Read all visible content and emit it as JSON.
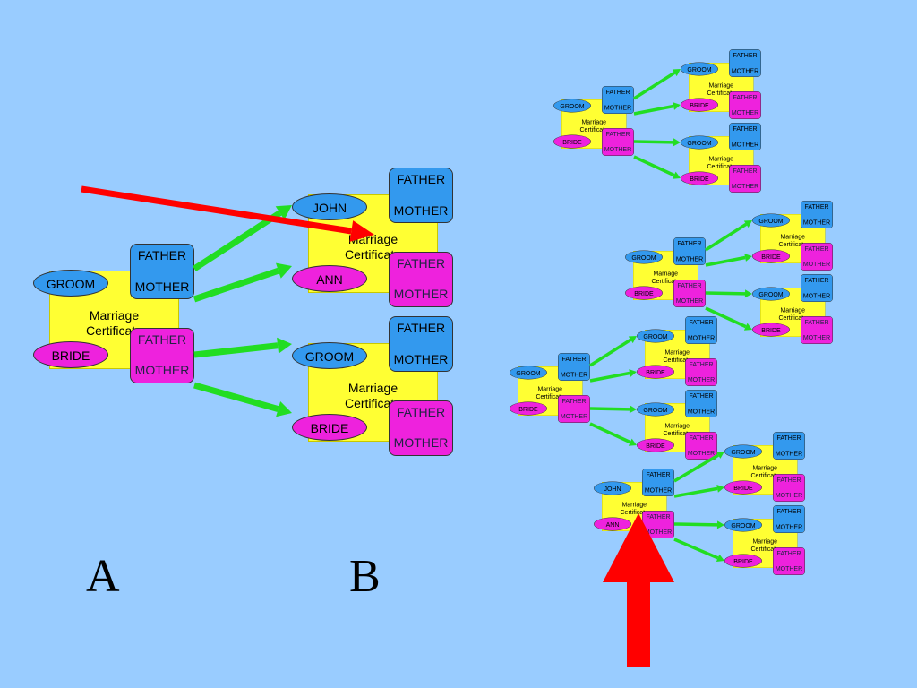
{
  "diagram": {
    "labels": {
      "certificate": "Marriage\nCertificate",
      "father": "FATHER",
      "mother": "MOTHER",
      "groom": "GROOM",
      "bride": "BRIDE",
      "john": "JOHN",
      "ann": "ANN"
    },
    "letters": {
      "a": "A",
      "b": "B"
    },
    "colors": {
      "background": "#99ccff",
      "certificate": "#ffff33",
      "groom_side": "#3399ee",
      "bride_side": "#ee22dd",
      "link_arrow": "#22dd22",
      "highlight_arrow": "#ff0000"
    },
    "generations": [
      {
        "groom": "GROOM",
        "bride": "BRIDE",
        "groom_parents": [
          "FATHER",
          "MOTHER"
        ],
        "bride_parents": [
          "FATHER",
          "MOTHER"
        ]
      },
      {
        "groom": "JOHN",
        "bride": "ANN",
        "groom_parents": [
          "FATHER",
          "MOTHER"
        ],
        "bride_parents": [
          "FATHER",
          "MOTHER"
        ]
      },
      {
        "groom": "GROOM",
        "bride": "BRIDE",
        "groom_parents": [
          "FATHER",
          "MOTHER"
        ],
        "bride_parents": [
          "FATHER",
          "MOTHER"
        ]
      }
    ]
  }
}
